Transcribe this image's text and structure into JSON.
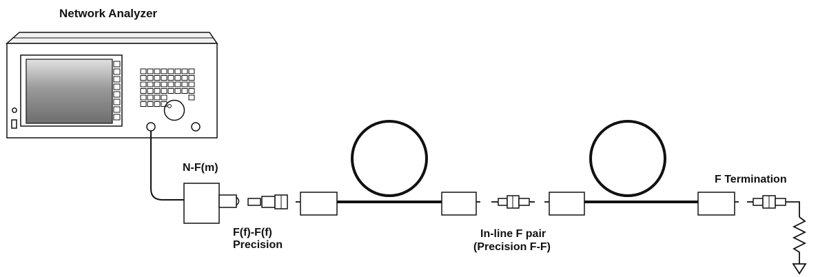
{
  "labels": {
    "network_analyzer": "Network Analyzer",
    "n_f_adapter": "N-F(m)",
    "precision_adapter_line1": "F(f)-F(f)",
    "precision_adapter_line2": "Precision",
    "inline_pair_line1": "In-line F pair",
    "inline_pair_line2": "(Precision F-F)",
    "termination": "F Termination"
  },
  "colors": {
    "line": "#111111",
    "screen_light": "#d6d6d6",
    "screen_dark": "#777777",
    "case_top": "#efefef",
    "background": "#ffffff"
  },
  "icons": [
    "network-analyzer-instrument",
    "coax-adapter",
    "fiber-spool",
    "resistor",
    "ground-symbol"
  ]
}
